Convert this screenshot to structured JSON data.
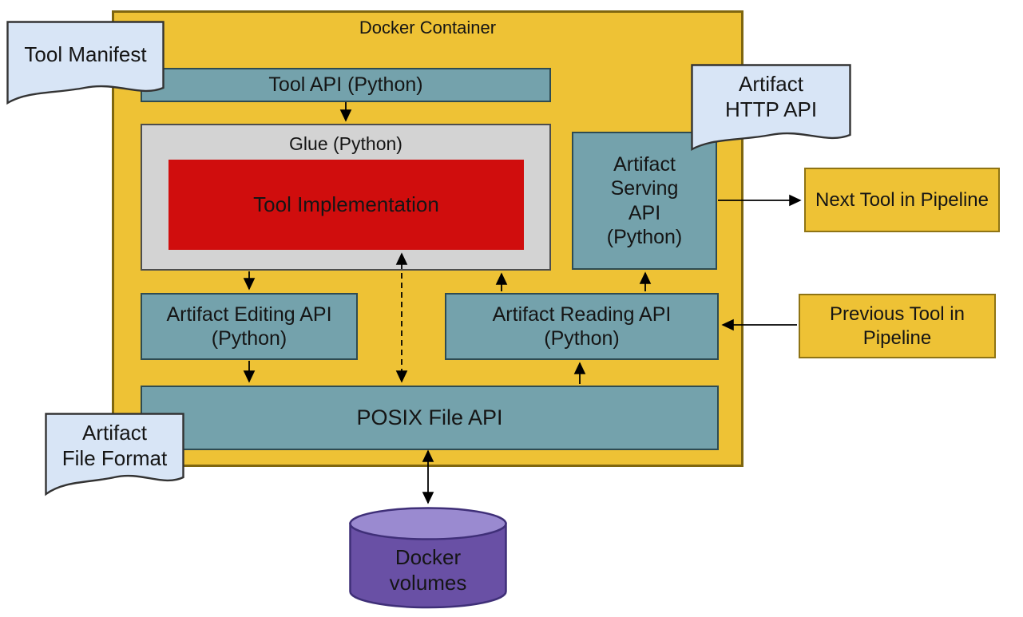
{
  "diagram": {
    "title": "Docker Container",
    "nodes": {
      "tool_api": {
        "label": "Tool API (Python)"
      },
      "glue": {
        "label": "Glue (Python)"
      },
      "tool_impl": {
        "label": "Tool Implementation"
      },
      "artifact_serving": {
        "label": "Artifact\nServing\nAPI\n(Python)"
      },
      "artifact_editing": {
        "label": "Artifact Editing API\n(Python)"
      },
      "artifact_reading": {
        "label": "Artifact Reading API\n(Python)"
      },
      "posix": {
        "label": "POSIX File API"
      },
      "next_tool": {
        "label": "Next Tool in Pipeline"
      },
      "previous_tool": {
        "label": "Previous Tool in\nPipeline"
      },
      "docker_volumes": {
        "label": "Docker\nvolumes"
      }
    },
    "documents": {
      "tool_manifest": {
        "label": "Tool Manifest"
      },
      "artifact_http_api": {
        "label": "Artifact\nHTTP API"
      },
      "artifact_file_format": {
        "label": "Artifact\nFile Format"
      }
    },
    "edges": [
      {
        "from": "tool_api",
        "to": "glue",
        "style": "solid",
        "direction": "one-way"
      },
      {
        "from": "glue",
        "to": "artifact_editing",
        "style": "solid",
        "direction": "one-way"
      },
      {
        "from": "artifact_editing",
        "to": "posix",
        "style": "solid",
        "direction": "one-way"
      },
      {
        "from": "tool_impl",
        "to": "posix",
        "style": "dashed",
        "direction": "two-way"
      },
      {
        "from": "artifact_reading",
        "to": "glue",
        "style": "solid",
        "direction": "one-way"
      },
      {
        "from": "posix",
        "to": "artifact_reading",
        "style": "solid",
        "direction": "one-way"
      },
      {
        "from": "artifact_reading",
        "to": "artifact_serving",
        "style": "solid",
        "direction": "one-way"
      },
      {
        "from": "artifact_serving",
        "to": "next_tool",
        "style": "solid",
        "direction": "one-way"
      },
      {
        "from": "previous_tool",
        "to": "artifact_reading",
        "style": "solid",
        "direction": "one-way"
      },
      {
        "from": "posix",
        "to": "docker_volumes",
        "style": "solid",
        "direction": "two-way"
      }
    ],
    "colors": {
      "container_fill": "#eec235",
      "container_border": "#7f660f",
      "teal_fill": "#74a2ac",
      "teal_border": "#2e4b52",
      "glue_fill": "#d3d3d3",
      "glue_border": "#4d4d4d",
      "impl_fill": "#d00d0d",
      "doc_fill": "#d8e5f6",
      "doc_border": "#333333",
      "pipeline_fill": "#eec235",
      "pipeline_border": "#8f7414",
      "cylinder_fill": "#6950a5",
      "cylinder_top_fill": "#9a8ad0",
      "cylinder_border": "#3f2f78",
      "arrow_color": "#000000",
      "text_color": "#151515"
    }
  }
}
